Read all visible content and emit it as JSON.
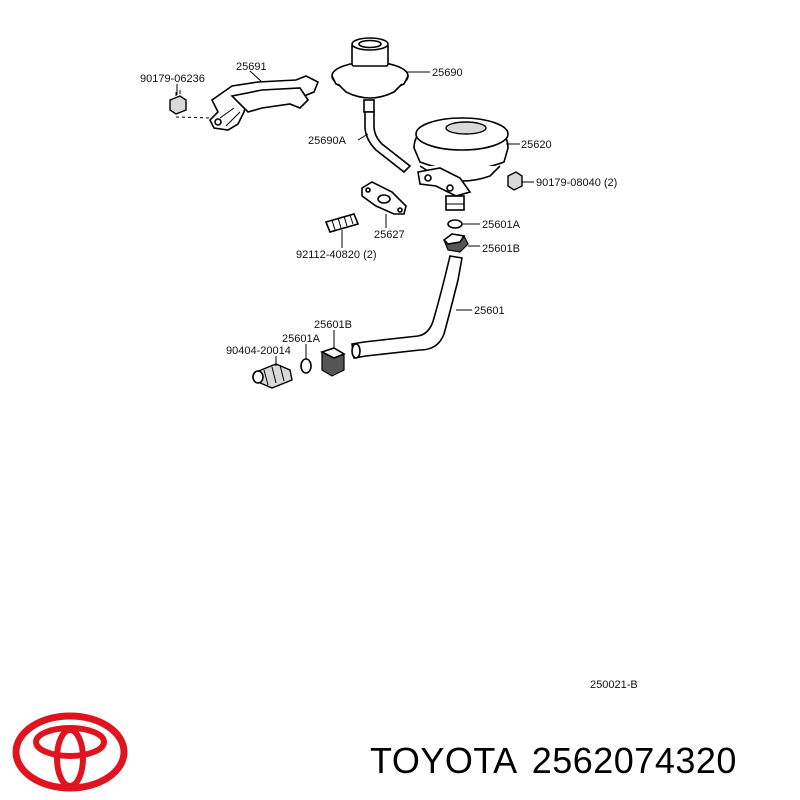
{
  "callouts": {
    "p25691": "25691",
    "p90179_06236": "90179-06236",
    "p25690": "25690",
    "p25690A": "25690A",
    "p25620": "25620",
    "p90179_08040": "90179-08040 (2)",
    "p25627": "25627",
    "p25601A_top": "25601A",
    "p92112": "92112-40820 (2)",
    "p25601B_top": "25601B",
    "p25601": "25601",
    "p25601B_bot": "25601B",
    "p25601A_bot": "25601A",
    "p90404": "90404-20014"
  },
  "diagram_code": "250021-B",
  "footer": {
    "brand": "TOYOTA",
    "part_number": "2562074320"
  },
  "colors": {
    "logo_red": "#e0141e",
    "line": "#000000"
  }
}
